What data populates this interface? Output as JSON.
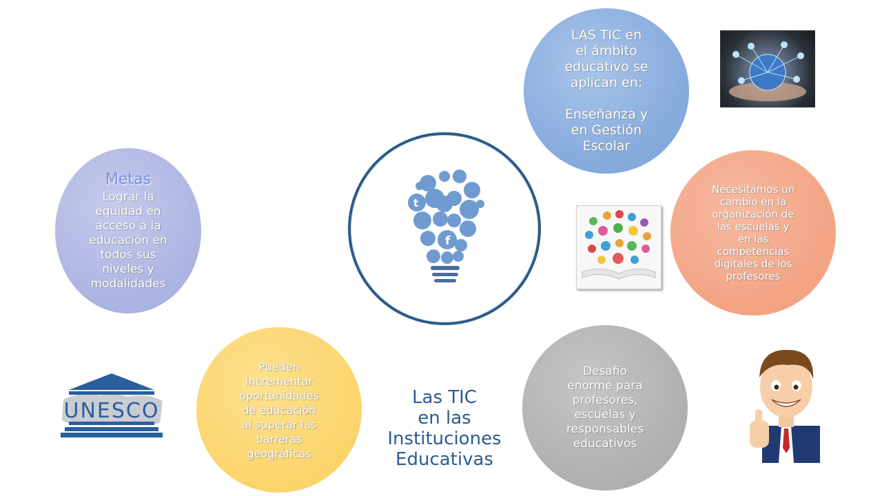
{
  "title": "Las TIC\nen las\nInstituciones\nEducativas",
  "circles": {
    "ambito": "LAS TIC en\nel ámbito\neducativo se\naplican en:\n\nEnseñanza y\nen Gestión\nEscolar",
    "metas_heading": "Metas",
    "metas_body": "Lograr la\nequidad en\nacceso a la\neducación en\ntodos sus\nniveles y\nmodalidades",
    "necesitamos": "Necesitamos un\ncambio en la\norganización de\nlas escuelas y\nen las\ncompetencias\ndigitales de los\nprofesores",
    "pueden": "Pueden\nincrementar\noportunidades\nde educación\nal superar las\nbarreras\ngeográficas",
    "desafio": "Desafio\nenorme para\nprofesores,\nescuelas y\nresponsables\neducativos"
  },
  "logo_text": "UNESCO",
  "colors": {
    "ambito": "#87abdd",
    "metas": "#abb4e2",
    "necesitamos": "#f3a585",
    "pueden": "#fcd56d",
    "desafio": "#b1b1b1",
    "ring": "#2c5a8a",
    "title": "#2b5c8e",
    "bulb": "#6f9bd1"
  },
  "icons": {
    "center": "lightbulb-social-icons",
    "hands": "hands-globe-network-photo",
    "apps": "book-app-icons-photo",
    "unesco": "unesco-logo",
    "man": "thumbs-up-man-cartoon"
  }
}
